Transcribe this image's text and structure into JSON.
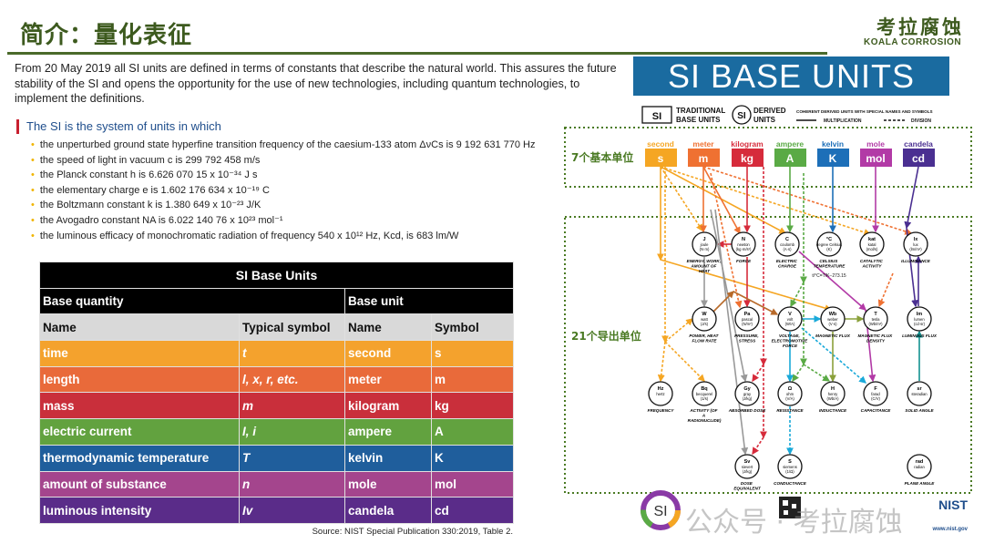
{
  "header": {
    "title": "简介：量化表征",
    "logo_cn": "考拉腐蚀",
    "logo_en": "KOALA CORROSION"
  },
  "intro": "From 20 May 2019 all SI units are defined in terms of constants that describe the natural world. This assures the future stability of the SI and opens the opportunity for the use of new technologies, including quantum technologies, to implement the definitions.",
  "si_heading": "The SI is the system of units in which",
  "constants": [
    "the unperturbed ground state hyperfine transition frequency of the caesium-133 atom ΔνCs is 9 192 631 770 Hz",
    "the speed of light in vacuum c is 299 792 458 m/s",
    "the Planck constant h is 6.626 070 15 x 10⁻³⁴ J s",
    "the elementary charge e is 1.602 176 634 x 10⁻¹⁹ C",
    "the Boltzmann constant k is 1.380 649 x 10⁻²³ J/K",
    "the Avogadro constant NA is 6.022 140 76 x 10²³ mol⁻¹",
    "the luminous efficacy of monochromatic radiation of frequency 540 x 10¹² Hz, Kcd, is 683 lm/W"
  ],
  "table": {
    "title": "SI Base Units",
    "group_headers": [
      "Base quantity",
      "Base unit"
    ],
    "columns": [
      "Name",
      "Typical symbol",
      "Name",
      "Symbol"
    ],
    "rows": [
      {
        "name": "time",
        "symbol": "t",
        "unit": "second",
        "unit_symbol": "s",
        "color": "#f4a22d"
      },
      {
        "name": "length",
        "symbol": "l, x, r, etc.",
        "unit": "meter",
        "unit_symbol": "m",
        "color": "#e96a3a"
      },
      {
        "name": "mass",
        "symbol": "m",
        "unit": "kilogram",
        "unit_symbol": "kg",
        "color": "#c92f3b"
      },
      {
        "name": "electric current",
        "symbol": "I, i",
        "unit": "ampere",
        "unit_symbol": "A",
        "color": "#62a23f"
      },
      {
        "name": "thermodynamic temperature",
        "symbol": "T",
        "unit": "kelvin",
        "unit_symbol": "K",
        "color": "#1f5e9c"
      },
      {
        "name": "amount of substance",
        "symbol": "n",
        "unit": "mole",
        "unit_symbol": "mol",
        "color": "#a4458d"
      },
      {
        "name": "luminous intensity",
        "symbol": "Iv",
        "unit": "candela",
        "unit_symbol": "cd",
        "color": "#5a2c89"
      }
    ],
    "source": "Source: NIST Special Publication 330:2019, Table 2."
  },
  "diagram": {
    "banner": "SI BASE UNITS",
    "legend": {
      "si": "SI",
      "traditional": "TRADITIONAL",
      "base_units": "BASE UNITS",
      "derived": "DERIVED",
      "units": "UNITS",
      "coherent": "COHERENT DERIVED UNITS WITH SPECIAL NAMES AND SYMBOLS",
      "multiplication": "MULTIPLICATION",
      "division": "DIVISION"
    },
    "base_label": "7个基本单位",
    "derived_label": "21个导出单位",
    "base_units": [
      {
        "name": "second",
        "symbol": "s",
        "color": "#f5a623"
      },
      {
        "name": "meter",
        "symbol": "m",
        "color": "#ef7132"
      },
      {
        "name": "kilogram",
        "symbol": "kg",
        "color": "#d62b3b"
      },
      {
        "name": "ampere",
        "symbol": "A",
        "color": "#5aaa45"
      },
      {
        "name": "kelvin",
        "symbol": "K",
        "color": "#1d6fb8"
      },
      {
        "name": "mole",
        "symbol": "mol",
        "color": "#b23aa6"
      },
      {
        "name": "candela",
        "symbol": "cd",
        "color": "#4a2f91"
      }
    ],
    "derived_units": [
      {
        "symbol": "J",
        "name": "joule",
        "expr": "(N·m)",
        "quantity": "ENERGY, WORK, AMOUNT OF HEAT"
      },
      {
        "symbol": "N",
        "name": "newton",
        "expr": "(kg·m/s²)",
        "quantity": "FORCE"
      },
      {
        "symbol": "C",
        "name": "coulomb",
        "expr": "(A·s)",
        "quantity": "ELECTRIC CHARGE"
      },
      {
        "symbol": "°C",
        "name": "degree Celsius",
        "expr": "(K)",
        "quantity": "CELSIUS TEMPERATURE"
      },
      {
        "symbol": "kat",
        "name": "katal",
        "expr": "(mol/s)",
        "quantity": "CATALYTIC ACTIVITY"
      },
      {
        "symbol": "lx",
        "name": "lux",
        "expr": "(lm/m²)",
        "quantity": "ILLUMINANCE"
      },
      {
        "symbol": "W",
        "name": "watt",
        "expr": "(J/s)",
        "quantity": "POWER, HEAT FLOW RATE"
      },
      {
        "symbol": "Pa",
        "name": "pascal",
        "expr": "(N/m²)",
        "quantity": "PRESSURE, STRESS"
      },
      {
        "symbol": "V",
        "name": "volt",
        "expr": "(W/A)",
        "quantity": "VOLTAGE, ELECTROMOTIVE FORCE"
      },
      {
        "symbol": "Wb",
        "name": "weber",
        "expr": "(V·s)",
        "quantity": "MAGNETIC FLUX"
      },
      {
        "symbol": "T",
        "name": "tesla",
        "expr": "(Wb/m²)",
        "quantity": "MAGNETIC FLUX DENSITY"
      },
      {
        "symbol": "lm",
        "name": "lumen",
        "expr": "(cd·sr)",
        "quantity": "LUMINOUS FLUX"
      },
      {
        "symbol": "Hz",
        "name": "hertz",
        "expr": "",
        "quantity": "FREQUENCY"
      },
      {
        "symbol": "Bq",
        "name": "becquerel",
        "expr": "(1/s)",
        "quantity": "ACTIVITY (OF A RADIONUCLIDE)"
      },
      {
        "symbol": "Gy",
        "name": "gray",
        "expr": "(J/kg)",
        "quantity": "ABSORBED DOSE"
      },
      {
        "symbol": "Ω",
        "name": "ohm",
        "expr": "(V/A)",
        "quantity": "RESISTANCE"
      },
      {
        "symbol": "H",
        "name": "henry",
        "expr": "(Wb/A)",
        "quantity": "INDUCTANCE"
      },
      {
        "symbol": "F",
        "name": "farad",
        "expr": "(C/V)",
        "quantity": "CAPACITANCE"
      },
      {
        "symbol": "sr",
        "name": "steradian",
        "expr": "",
        "quantity": "SOLID ANGLE"
      },
      {
        "symbol": "Sv",
        "name": "sievert",
        "expr": "(J/kg)",
        "quantity": "DOSE EQUIVALENT"
      },
      {
        "symbol": "S",
        "name": "siemens",
        "expr": "(1/Ω)",
        "quantity": "CONDUCTANCE"
      },
      {
        "symbol": "rad",
        "name": "radian",
        "expr": "",
        "quantity": "PLANE ANGLE"
      }
    ],
    "celsius_note": "t/°C=T/K−273.15",
    "nist": "NIST",
    "nist_url": "www.nist.gov",
    "si_logo": "SI"
  },
  "watermark": "公众号 · 考拉腐蚀"
}
